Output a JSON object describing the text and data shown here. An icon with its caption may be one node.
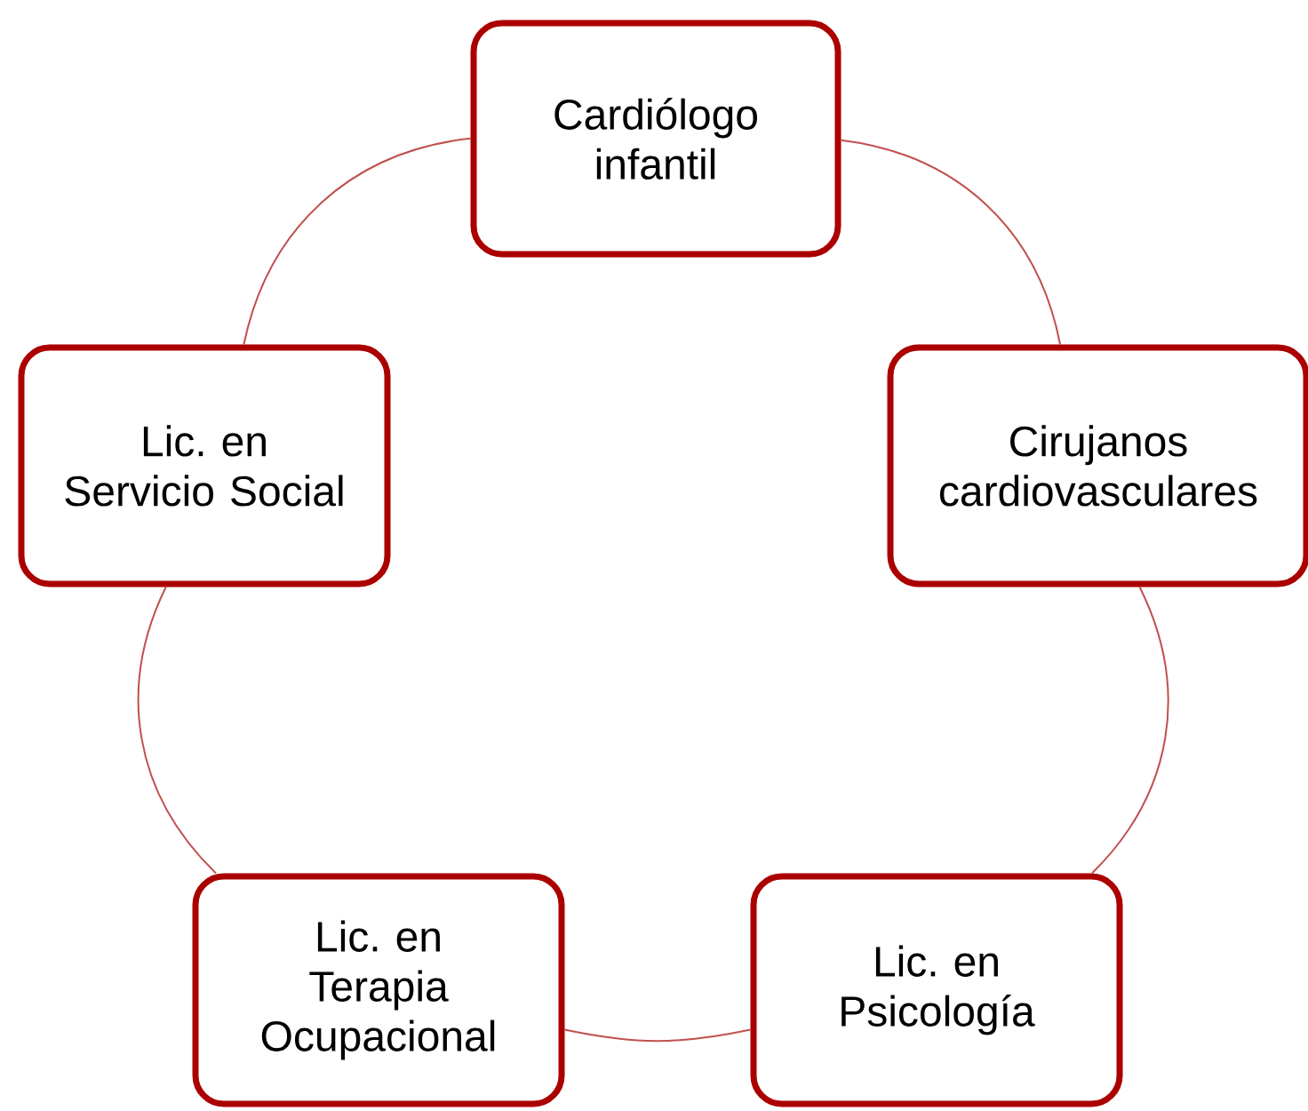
{
  "diagram": {
    "nodes": [
      {
        "text": [
          "Cardiólogo infantil"
        ]
      },
      {
        "text": [
          "Lic. en Servicio Social"
        ]
      },
      {
        "text": [
          "Cirujanos cardiovasculares"
        ]
      },
      {
        "text": [
          "Lic. en Terapia Ocupacional"
        ]
      },
      {
        "text": [
          "Lic. en Psicología"
        ]
      }
    ],
    "edges": [
      {
        "from": 0,
        "to": 2,
        "arrow": "none"
      },
      {
        "from": 2,
        "to": 4,
        "arrow": "none"
      },
      {
        "from": 4,
        "to": 3,
        "arrow": "none"
      },
      {
        "from": 3,
        "to": 1,
        "arrow": "none"
      },
      {
        "from": 1,
        "to": 0,
        "arrow": "none"
      }
    ]
  }
}
